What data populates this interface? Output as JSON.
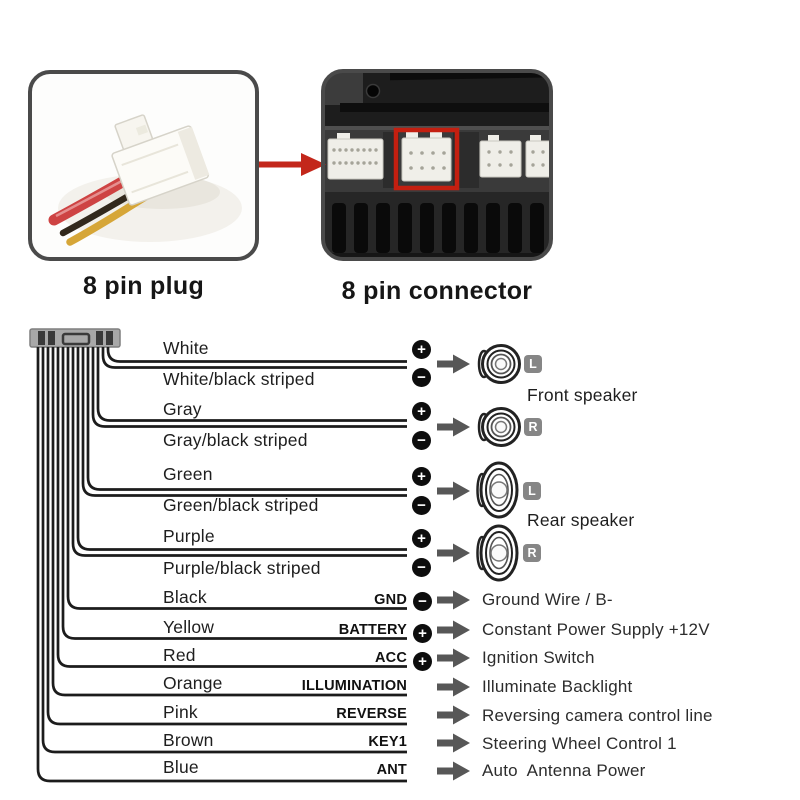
{
  "top_section": {
    "plug": {
      "caption": "8 pin plug"
    },
    "connector": {
      "caption": "8 pin connector"
    },
    "highlight_color": "#c41f10",
    "arrow_color": "#c3271b"
  },
  "harness": {
    "speaker_wires": [
      {
        "label": "White",
        "polarity": "+"
      },
      {
        "label": "White/black striped",
        "polarity": "−"
      },
      {
        "label": "Gray",
        "polarity": "+"
      },
      {
        "label": "Gray/black striped",
        "polarity": "−"
      },
      {
        "label": "Green",
        "polarity": "+"
      },
      {
        "label": "Green/black striped",
        "polarity": "−"
      },
      {
        "label": "Purple",
        "polarity": "+"
      },
      {
        "label": "Purple/black striped",
        "polarity": "−"
      }
    ],
    "speaker_groups": [
      {
        "name": "Front speaker",
        "channels": [
          "L",
          "R"
        ]
      },
      {
        "name": "Rear speaker",
        "channels": [
          "L",
          "R"
        ]
      }
    ],
    "power_wires": [
      {
        "label": "Black",
        "terminal": "GND",
        "polarity": "−",
        "description": "Ground Wire / B-"
      },
      {
        "label": "Yellow",
        "terminal": "BATTERY",
        "polarity": "+",
        "description": "Constant Power Supply +12V"
      },
      {
        "label": "Red",
        "terminal": "ACC",
        "polarity": "+",
        "description": "Ignition Switch"
      },
      {
        "label": "Orange",
        "terminal": "ILLUMINATION",
        "polarity": "",
        "description": "Illuminate Backlight"
      },
      {
        "label": "Pink",
        "terminal": "REVERSE",
        "polarity": "",
        "description": "Reversing camera control line"
      },
      {
        "label": "Brown",
        "terminal": "KEY1",
        "polarity": "",
        "description": "Steering Wheel Control 1"
      },
      {
        "label": "Blue",
        "terminal": "ANT",
        "polarity": "",
        "description": "Auto  Antenna Power"
      }
    ],
    "colors": {
      "wire_line": "#1c1c1c",
      "arrow_gray": "#575757",
      "badge_gray": "#868686",
      "polarity_bg": "#0d0d0d"
    }
  }
}
